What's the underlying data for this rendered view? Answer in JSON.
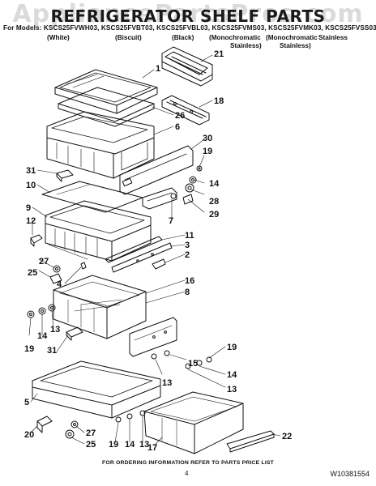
{
  "title": "REFRIGERATOR SHELF PARTS",
  "watermark": "AppliancePartsPros.com",
  "models_line": "For Models: KSCS25FVWH03, KSCS25FVBT03, KSCS25FVBL03, KSCS25FVMS03, KSCS25FVMK03, KSCS25FVSS03",
  "finishes": [
    "(White)",
    "(Biscuit)",
    "(Black)",
    "(Monochromatic",
    "(Monochromatic",
    "Stainless"
  ],
  "finishes_line2": [
    "Stainless)",
    "Stainless)"
  ],
  "callouts": [
    "21",
    "1",
    "18",
    "26",
    "6",
    "30",
    "19",
    "31",
    "10",
    "14",
    "28",
    "9",
    "29",
    "7",
    "12",
    "11",
    "3",
    "2",
    "27",
    "25",
    "4",
    "16",
    "8",
    "19",
    "14",
    "13",
    "31",
    "15",
    "19",
    "14",
    "13",
    "13",
    "5",
    "27",
    "20",
    "25",
    "19",
    "14",
    "13",
    "17",
    "22"
  ],
  "footer": "FOR ORDERING INFORMATION REFER TO PARTS PRICE LIST",
  "page_number": "4",
  "doc_id": "W10381554",
  "colors": {
    "line": "#111111",
    "paper": "#ffffff"
  }
}
